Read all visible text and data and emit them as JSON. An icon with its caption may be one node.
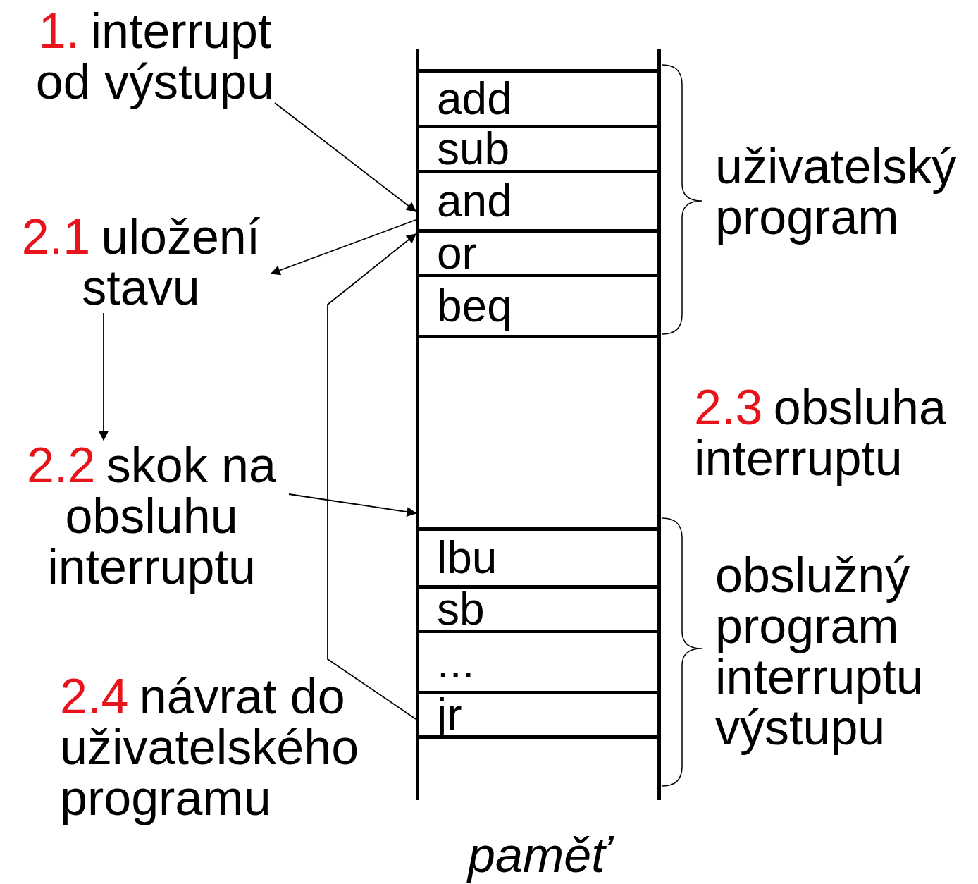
{
  "diagram": {
    "nodes": [
      {
        "text": [
          "1.",
          "interrupt od výstupu"
        ]
      },
      {
        "text": [
          "2.1",
          "uložení stavu"
        ]
      },
      {
        "text": [
          "2.2",
          "skok na obsluhu interruptu"
        ]
      },
      {
        "text": [
          "2.3",
          "obsluha interruptu"
        ]
      },
      {
        "text": [
          "2.4",
          "návrat do uživatelského programu"
        ]
      },
      {
        "text": [],
        "shape": "box",
        "beside": [
          "paměť"
        ]
      },
      {
        "text": [
          "add"
        ],
        "in": 5
      },
      {
        "text": [
          "sub"
        ],
        "in": 5
      },
      {
        "text": [
          "and"
        ],
        "in": 5
      },
      {
        "text": [
          "or"
        ],
        "in": 5
      },
      {
        "text": [
          "beq"
        ],
        "in": 5
      },
      {
        "text": [
          "lbu"
        ],
        "in": 5
      },
      {
        "text": [
          "sb"
        ],
        "in": 5
      },
      {
        "text": [
          "..."
        ],
        "in": 5
      },
      {
        "text": [
          "jr"
        ],
        "in": 5
      }
    ],
    "edges": [
      {
        "from": 0,
        "to": 8,
        "arrow": "to"
      },
      {
        "from": 8,
        "to": 1,
        "arrow": "to"
      },
      {
        "from": 1,
        "to": 2,
        "arrow": "to"
      },
      {
        "from": 2,
        "to": 5,
        "arrow": "to"
      },
      {
        "from": 14,
        "to": 9,
        "arrow": "to"
      }
    ],
    "labels": [
      "uživatelský program",
      "obslužný program interruptu výstupu"
    ]
  }
}
